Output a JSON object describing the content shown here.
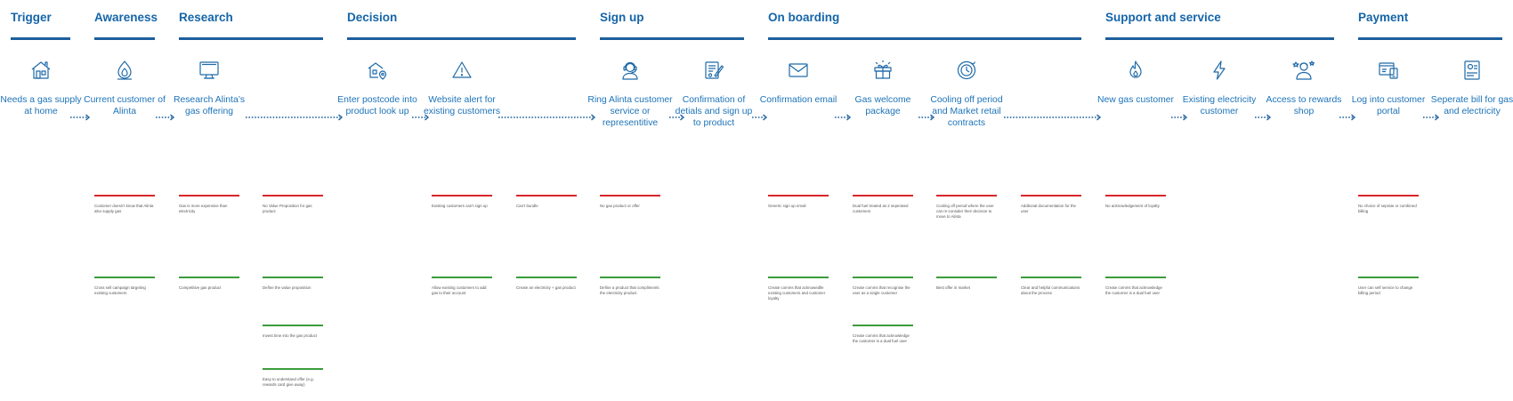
{
  "stages": [
    {
      "id": "trigger",
      "title": "Trigger"
    },
    {
      "id": "awareness",
      "title": "Awareness"
    },
    {
      "id": "research",
      "title": "Research"
    },
    {
      "id": "decision",
      "title": "Decision"
    },
    {
      "id": "signup",
      "title": "Sign up"
    },
    {
      "id": "onboarding",
      "title": "On boarding"
    },
    {
      "id": "support",
      "title": "Support and service"
    },
    {
      "id": "payment",
      "title": "Payment"
    }
  ],
  "steps": [
    {
      "id": "needs-gas",
      "label": "Needs a  gas supply at home",
      "icon": "house-icon"
    },
    {
      "id": "current-customer",
      "label": "Current customer of Alinta",
      "icon": "gas-flame-icon"
    },
    {
      "id": "research-offering",
      "label": "Research Alinta’s gas offering",
      "icon": "monitor-icon"
    },
    {
      "id": "enter-postcode",
      "label": "Enter postcode into product look up",
      "icon": "location-house-icon"
    },
    {
      "id": "website-alert",
      "label": "Website alert for existing customers",
      "icon": "warning-icon"
    },
    {
      "id": "ring-alinta",
      "label": "Ring Alinta customer service or representitive",
      "icon": "headset-agent-icon"
    },
    {
      "id": "confirmation-details",
      "label": "Confirmation of detials and sign up to product",
      "icon": "contract-sign-icon"
    },
    {
      "id": "confirmation-email",
      "label": "Confirmation email",
      "icon": "envelope-icon"
    },
    {
      "id": "welcome-package",
      "label": "Gas welcome package",
      "icon": "gift-box-icon"
    },
    {
      "id": "cooling-off",
      "label": "Cooling off period and Market retail contracts",
      "icon": "clock-cycle-icon"
    },
    {
      "id": "new-gas-customer",
      "label": "New gas customer",
      "icon": "fire-icon"
    },
    {
      "id": "existing-electricity",
      "label": "Existing electricity customer",
      "icon": "lightning-icon"
    },
    {
      "id": "rewards-shop",
      "label": "Access to rewards shop",
      "icon": "reward-person-icon"
    },
    {
      "id": "customer-portal",
      "label": "Log into customer portal",
      "icon": "portal-device-icon"
    },
    {
      "id": "separate-bill",
      "label": "Seperate bill for gas and electricity",
      "icon": "bill-icon"
    }
  ],
  "notes": [
    {
      "type": "pain",
      "text": "Customer doesn’t know that Alinta also supply gas"
    },
    {
      "type": "pain",
      "text": "Gas is more expensive than electricity"
    },
    {
      "type": "pain",
      "text": "No Value Proposition for gas product"
    },
    {
      "type": "pain",
      "text": "Existing customers can’t sign up"
    },
    {
      "type": "pain",
      "text": "Can’t bundle"
    },
    {
      "type": "pain",
      "text": "No gas product or offer"
    },
    {
      "type": "pain",
      "text": "Generic sign up email"
    },
    {
      "type": "pain",
      "text": "Dual fuel treated as 2 seperated customers"
    },
    {
      "type": "pain",
      "text": "Cooling off period where the user can re-consider their decision to move to Alinta"
    },
    {
      "type": "pain",
      "text": "Addtional documentation for the user"
    },
    {
      "type": "pain",
      "text": "No acknowledgement of loyalty"
    },
    {
      "type": "pain",
      "text": "No choice of seprate or combined billing"
    },
    {
      "type": "opportunity",
      "text": "Cross sell campaign targeting existing customers"
    },
    {
      "type": "opportunity",
      "text": "Competitive gas product"
    },
    {
      "type": "opportunity",
      "text": "Define the value proposition"
    },
    {
      "type": "opportunity",
      "text": "Invest time into the gas product"
    },
    {
      "type": "opportunity",
      "text": "Easy to understand offer (e.g. rewards card give away)"
    },
    {
      "type": "opportunity",
      "text": "Allow existing customers to add gas to their account"
    },
    {
      "type": "opportunity",
      "text": "Create an electricity + gas product"
    },
    {
      "type": "opportunity",
      "text": "Define a product that compliments the electricity product"
    },
    {
      "type": "opportunity",
      "text": "Create comms that acknowedlle existing customers and customer loyalty"
    },
    {
      "type": "opportunity",
      "text": "Create comms that recognise the user as a single customer"
    },
    {
      "type": "opportunity",
      "text": "Create comms that acknowledge the customer is a dual fuel user"
    },
    {
      "type": "opportunity",
      "text": "Best offer in market"
    },
    {
      "type": "opportunity",
      "text": "Clear and helpful communications about the process"
    },
    {
      "type": "opportunity",
      "text": "Create comms that acknowledge the customer is a dual fuel user"
    },
    {
      "type": "opportunity",
      "text": "User can self service to change billing period"
    }
  ],
  "colors": {
    "title": "#1565a8",
    "step_text": "#1d73b8",
    "icon": "#1f6aa8",
    "pain": "#d9252a",
    "opportunity": "#3a9c3a"
  }
}
